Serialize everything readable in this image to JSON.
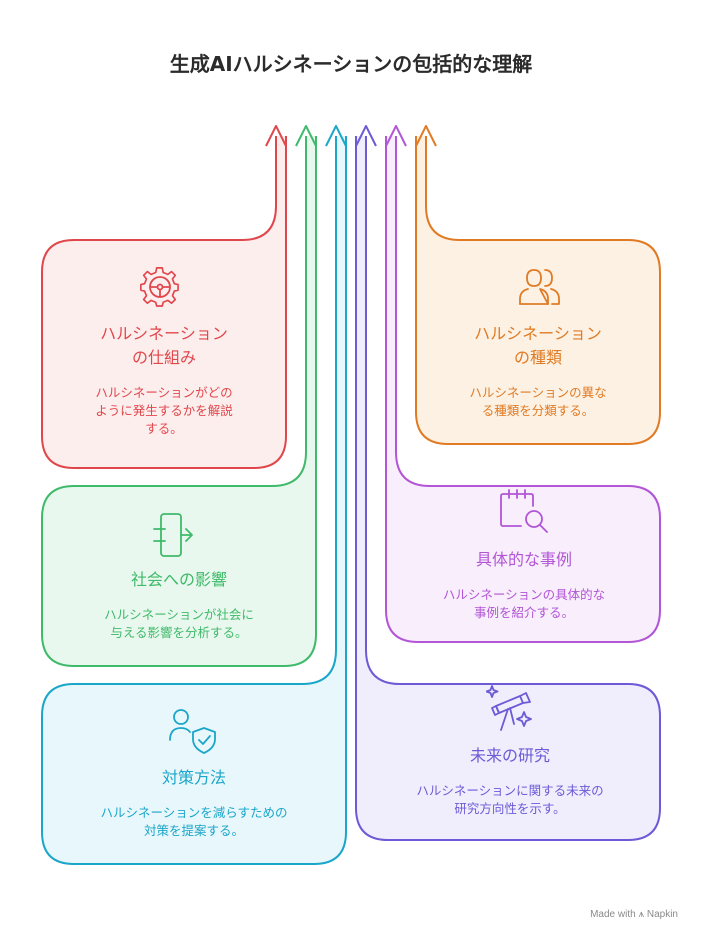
{
  "title": "生成AIハルシネーションの包括的な理解",
  "cards": {
    "mechanism": {
      "title": "ハルシネーション\nの仕組み",
      "desc": "ハルシネーションがどの\nように発生するかを解説\nする。",
      "color": "#e0474c",
      "fill": "#fdeeee",
      "icon": "gear-steering-icon"
    },
    "types": {
      "title": "ハルシネーション\nの種類",
      "desc": "ハルシネーションの異な\nる種類を分類する。",
      "color": "#e07b24",
      "fill": "#fdf1e3",
      "icon": "users-icon"
    },
    "impact": {
      "title": "社会への影響",
      "desc": "ハルシネーションが社会に\n与える影響を分析する。",
      "color": "#3fba6a",
      "fill": "#e9f8ee",
      "icon": "door-exit-icon"
    },
    "examples": {
      "title": "具体的な事例",
      "desc": "ハルシネーションの具体的な\n事例を紹介する。",
      "color": "#b255d6",
      "fill": "#f8eefc",
      "icon": "calendar-search-icon"
    },
    "countermeasures": {
      "title": "対策方法",
      "desc": "ハルシネーションを減らすための\n対策を提案する。",
      "color": "#1aa6c9",
      "fill": "#e8f7fb",
      "icon": "user-shield-icon"
    },
    "research": {
      "title": "未来の研究",
      "desc": "ハルシネーションに関する未来の\n研究方向性を示す。",
      "color": "#6c5ad6",
      "fill": "#f0eefc",
      "icon": "telescope-icon"
    }
  },
  "brand": "Made with ⩚ Napkin"
}
